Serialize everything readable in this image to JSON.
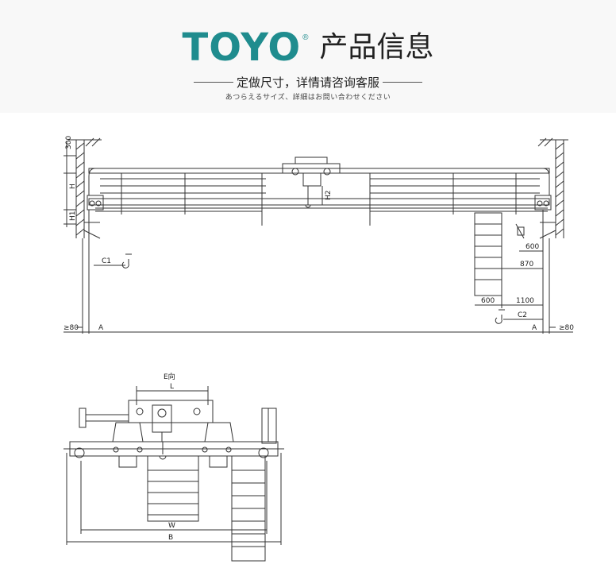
{
  "header": {
    "logo": "TOYO",
    "registered": "®",
    "title": "产品信息",
    "subtitle": "定做尺寸，详情请咨询客服",
    "japanese_note": "あつらえるサイズ、詳細はお問い合わせください"
  },
  "elevation_labels": {
    "dim_300": "300",
    "h": "H",
    "h1": "H1",
    "h2": "H2",
    "c1": "C1",
    "c2": "C2",
    "dim_600_upper": "600",
    "dim_870": "870",
    "dim_600_lower": "600",
    "dim_1100": "1100",
    "gap_left": "≥80",
    "gap_right": "≥80",
    "a_left": "A",
    "a_right": "A"
  },
  "plan_labels": {
    "e_view": "E向",
    "l": "L",
    "w": "W",
    "b": "B"
  }
}
